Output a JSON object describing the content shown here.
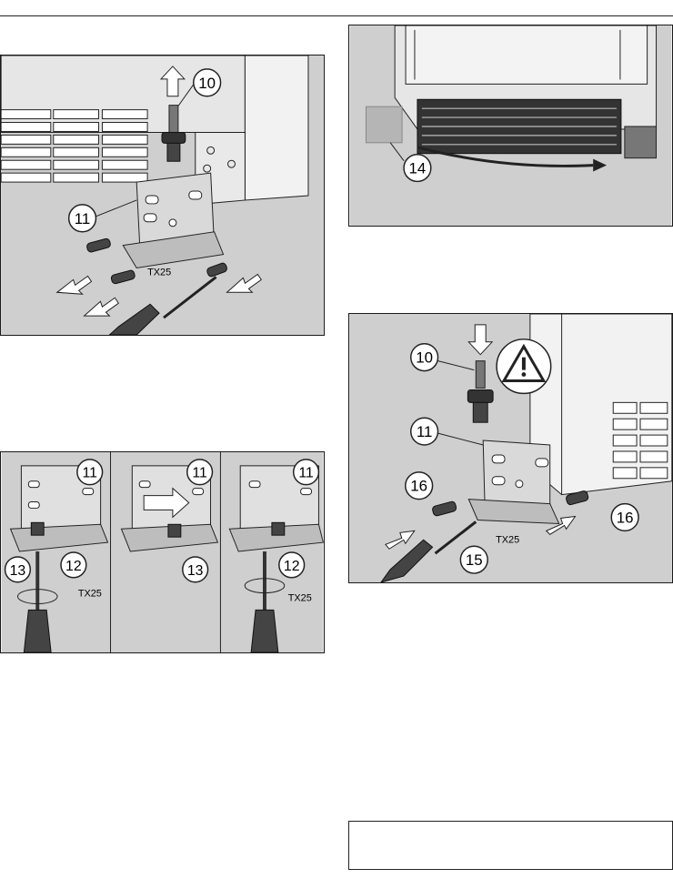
{
  "figures": {
    "remove_hinge": {
      "callouts": [
        "10",
        "11"
      ],
      "tool_label": "TX25"
    },
    "plinth_grille": {
      "callouts": [
        "14"
      ]
    },
    "hinge_detail": {
      "callouts": [
        "11",
        "11",
        "12",
        "13",
        "13",
        "12"
      ],
      "tool_labels": [
        "TX25",
        "TX25"
      ]
    },
    "install_hinge": {
      "callouts": [
        "10",
        "11",
        "16",
        "16",
        "15"
      ],
      "tool_label": "TX25",
      "warning_icon": "warning-triangle-icon"
    }
  },
  "colors": {
    "floor": "#cfcfcf",
    "panel_light": "#e6e6e6",
    "panel_dark": "#555555",
    "line": "#222222"
  }
}
